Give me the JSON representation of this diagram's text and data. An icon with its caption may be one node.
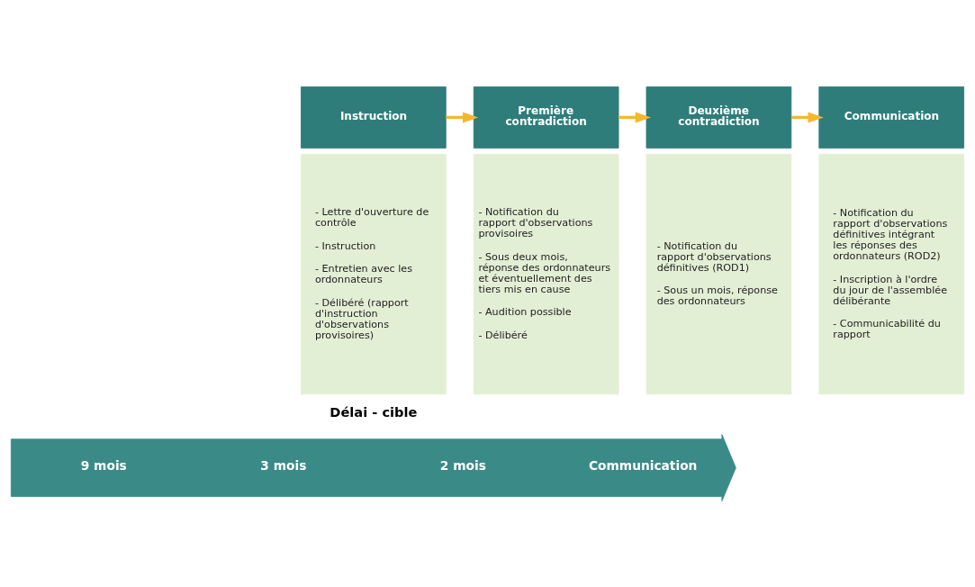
{
  "diagram": {
    "nodes": [
      {
        "text": [
          "Instruction"
        ]
      },
      {
        "text": [
          "- Lettre d'ouverture de contrôle",
          "- Instruction",
          "- Entretien avec les ordonnateurs",
          "- Délibéré (rapport d'instruction d'observations provisoires)"
        ]
      },
      {
        "text": [
          "Première contradiction"
        ]
      },
      {
        "text": [
          "- Notification du rapport d'observations provisoires",
          "- Sous deux mois, réponse des ordonnateurs et éventuellement des tiers mis en cause",
          "- Audition possible",
          "- Délibéré"
        ]
      },
      {
        "text": [
          "Deuxième contradiction"
        ]
      },
      {
        "text": [
          "- Notification du rapport d'observations définitives (ROD1)",
          "- Sous un mois, réponse des ordonnateurs"
        ]
      },
      {
        "text": [
          "Communication"
        ]
      },
      {
        "text": [
          "- Notification du rapport d'observations définitives intégrant les réponses des ordonnateurs (ROD2)",
          "- Inscription à l'ordre du jour de l'assemblée délibérante",
          "- Communicabilité du rapport"
        ]
      },
      {
        "text": [
          "9 mois",
          "3 mois",
          "2 mois",
          "Communication"
        ]
      }
    ],
    "edges": [
      {
        "from": 0,
        "to": 2,
        "arrow": "to"
      },
      {
        "from": 2,
        "to": 4,
        "arrow": "to"
      },
      {
        "from": 4,
        "to": 6,
        "arrow": "to"
      }
    ],
    "labels": [
      "Délai - cible"
    ]
  }
}
